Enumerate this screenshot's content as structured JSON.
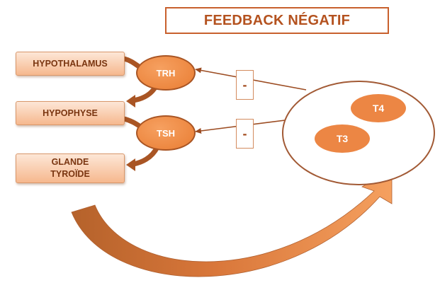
{
  "title": "FEEDBACK NÉGATIF",
  "glands": {
    "hypothalamus": "HYPOTHALAMUS",
    "hypophyse": "HYPOPHYSE",
    "glande_line1": "GLANDE",
    "glande_line2": "TYROÏDE"
  },
  "hormones": {
    "trh": "TRH",
    "tsh": "TSH",
    "t4": "T4",
    "t3": "T3"
  },
  "inhibition": {
    "upper": "-",
    "lower": "-"
  },
  "colors": {
    "accent": "#e97d33",
    "arrow_dark": "#a95524",
    "title_border": "#c8602d"
  }
}
